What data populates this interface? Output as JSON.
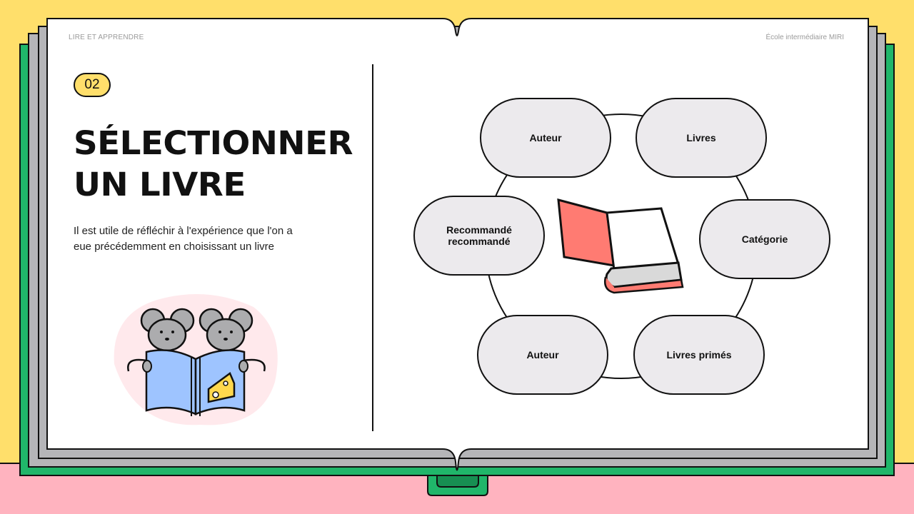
{
  "header": {
    "left_label": "LIRE ET APPRENDRE",
    "right_label": "École intermédiaire MIRI"
  },
  "section": {
    "number": "02",
    "title_line1": "SÉLECTIONNER",
    "title_line2": "UN LIVRE",
    "description": "Il est utile de réfléchir à l'expérience que l'on a eue précédemment en choisissant un livre"
  },
  "diagram": {
    "nodes": [
      {
        "label": "Auteur"
      },
      {
        "label": "Livres"
      },
      {
        "label": "Recommandé recommandé"
      },
      {
        "label": "Catégorie"
      },
      {
        "label": "Auteur"
      },
      {
        "label": "Livres primés"
      }
    ],
    "center_icon": "open-book-icon"
  },
  "illustration": {
    "icon": "mice-reading-book-icon"
  },
  "colors": {
    "background": "#FFDF6B",
    "floor": "#FFB3BF",
    "book_cover": "#20B66A",
    "page_stack": "#B5B5B8",
    "pill_fill": "#ECEAED",
    "accent_red": "#FF7B72",
    "accent_blue": "#9EC4FF"
  }
}
